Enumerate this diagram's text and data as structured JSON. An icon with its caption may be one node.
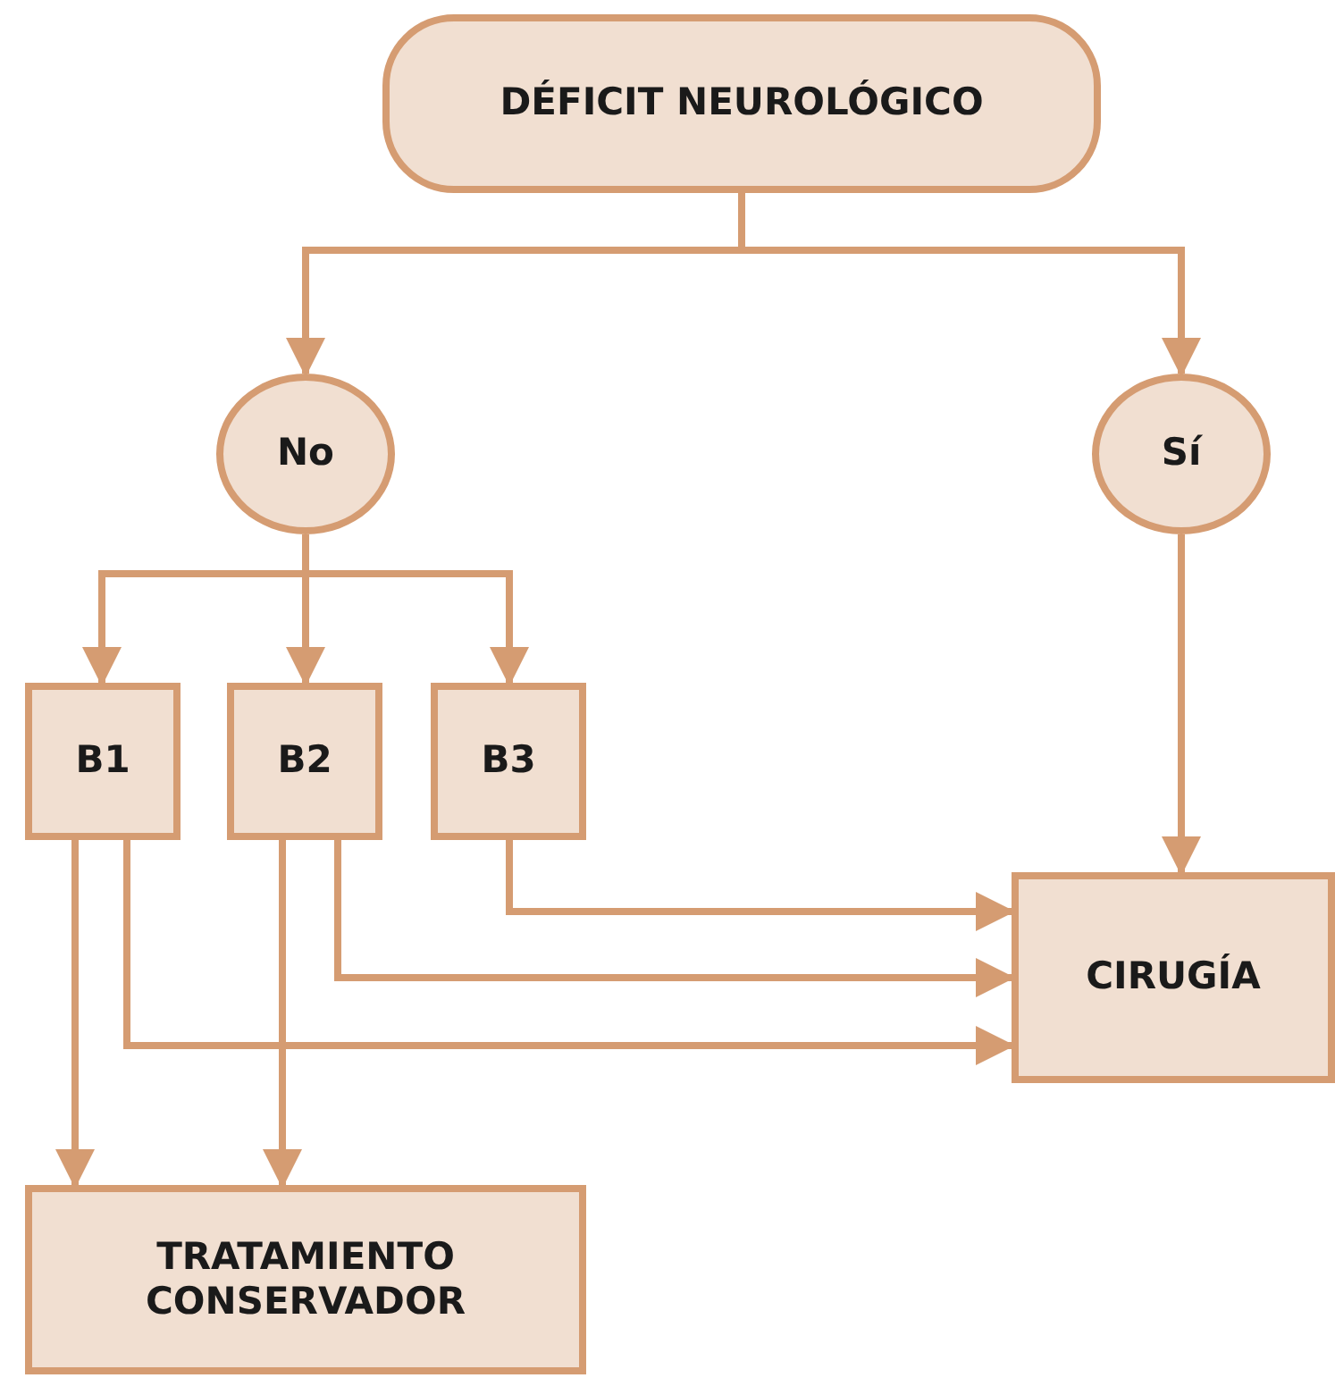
{
  "diagram": {
    "nodes": [
      {
        "text": [
          "DÉFICIT NEUROLÓGICO"
        ]
      },
      {
        "text": [
          "No"
        ]
      },
      {
        "text": [
          "Sí"
        ]
      },
      {
        "text": [
          "B1"
        ]
      },
      {
        "text": [
          "B2"
        ]
      },
      {
        "text": [
          "B3"
        ]
      },
      {
        "text": [
          "CIRUGÍA"
        ]
      },
      {
        "text": [
          "TRATAMIENTO CONSERVADOR"
        ]
      }
    ],
    "edges": [
      {
        "from": 0,
        "to": 1,
        "arrow": "to"
      },
      {
        "from": 0,
        "to": 2,
        "arrow": "to"
      },
      {
        "from": 1,
        "to": 3,
        "arrow": "to"
      },
      {
        "from": 1,
        "to": 4,
        "arrow": "to"
      },
      {
        "from": 1,
        "to": 5,
        "arrow": "to"
      },
      {
        "from": 2,
        "to": 6,
        "arrow": "to"
      },
      {
        "from": 5,
        "to": 6,
        "arrow": "to"
      },
      {
        "from": 4,
        "to": 6,
        "arrow": "to"
      },
      {
        "from": 3,
        "to": 6,
        "arrow": "to"
      },
      {
        "from": 3,
        "to": 7,
        "arrow": "to"
      },
      {
        "from": 4,
        "to": 7,
        "arrow": "to"
      }
    ]
  }
}
